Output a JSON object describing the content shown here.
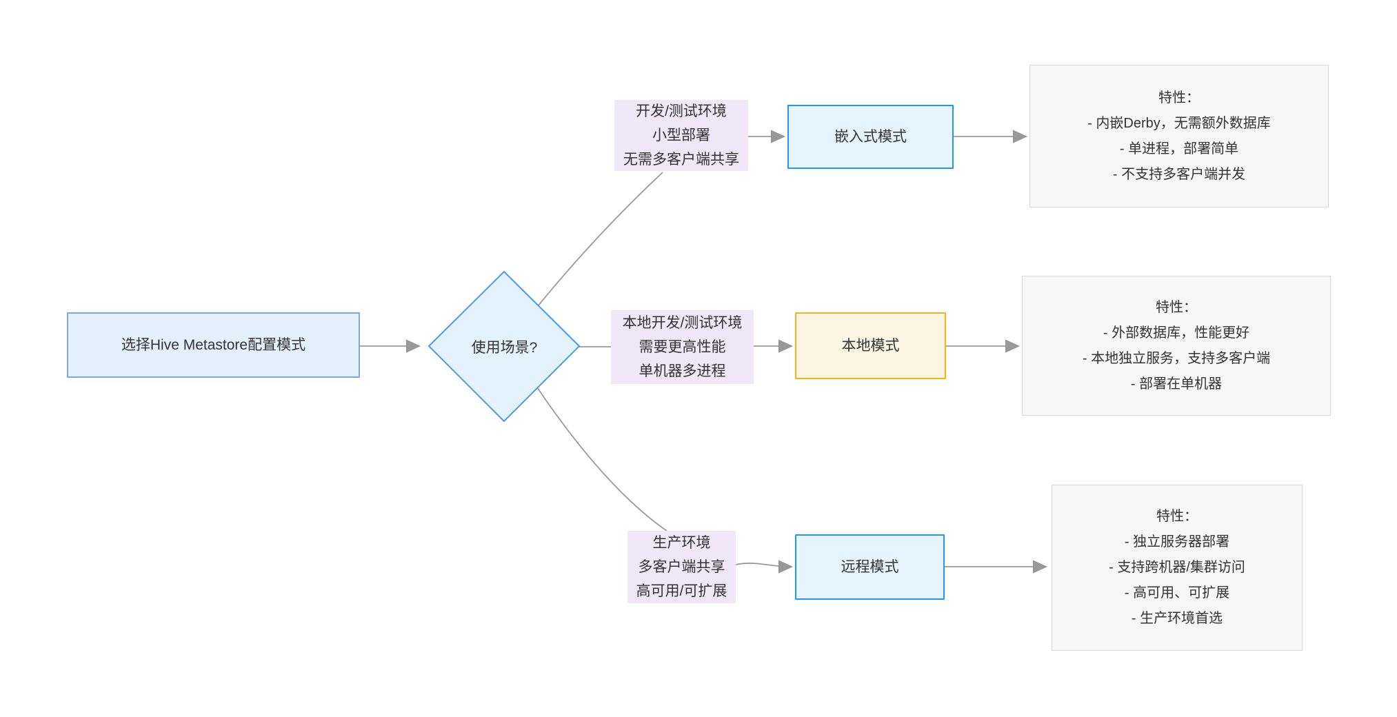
{
  "flowchart": {
    "start": {
      "label": "选择Hive Metastore配置模式"
    },
    "decision": {
      "label": "使用场景?"
    },
    "branches": [
      {
        "condition": {
          "lines": [
            "开发/测试环境",
            "小型部署",
            "无需多客户端共享"
          ]
        },
        "mode": {
          "label": "嵌入式模式"
        },
        "features": {
          "title": "特性：",
          "items": [
            "- 内嵌Derby，无需额外数据库",
            "- 单进程，部署简单",
            "- 不支持多客户端并发"
          ]
        }
      },
      {
        "condition": {
          "lines": [
            "本地开发/测试环境",
            "需要更高性能",
            "单机器多进程"
          ]
        },
        "mode": {
          "label": "本地模式"
        },
        "features": {
          "title": "特性：",
          "items": [
            "- 外部数据库，性能更好",
            "- 本地独立服务，支持多客户端",
            "- 部署在单机器"
          ]
        }
      },
      {
        "condition": {
          "lines": [
            "生产环境",
            "多客户端共享",
            "高可用/可扩展"
          ]
        },
        "mode": {
          "label": "远程模式"
        },
        "features": {
          "title": "特性：",
          "items": [
            "- 独立服务器部署",
            "- 支持跨机器/集群访问",
            "- 高可用、可扩展",
            "- 生产环境首选"
          ]
        }
      }
    ],
    "colors": {
      "start_fill": "#E4F1FC",
      "start_border": "#7BA7E8",
      "decision_fill": "#E3F2FD",
      "decision_border": "#4D97E8",
      "mode_blue_fill": "#E6F4FD",
      "mode_blue_border": "#2296F3",
      "mode_orange_fill": "#FDF5E4",
      "mode_orange_border": "#F9B115",
      "feature_fill": "#F7F7F7",
      "feature_border": "#D8D8D8",
      "condition_label_bg": "#F0E8F9",
      "edge": "#999999",
      "text": "#333333"
    }
  }
}
